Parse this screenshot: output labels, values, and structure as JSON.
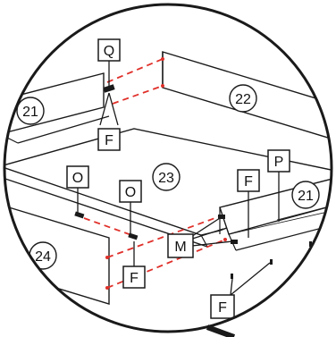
{
  "colors": {
    "background": "#ffffff",
    "line": "#1a1a1a",
    "dash": "#e0302a",
    "panel_fill": "#ffffff",
    "box_fill": "#ffffff"
  },
  "labels": {
    "boxes": {
      "Q": "Q",
      "O_left": "O",
      "O_mid": "O",
      "F_top": "F",
      "F_mid": "F",
      "F_bottom": "F",
      "F_right": "F",
      "M": "M",
      "P": "P"
    },
    "circles": {
      "panel_21_left": "21",
      "panel_21_right": "21",
      "panel_22": "22",
      "panel_23": "23",
      "panel_24": "24"
    }
  }
}
